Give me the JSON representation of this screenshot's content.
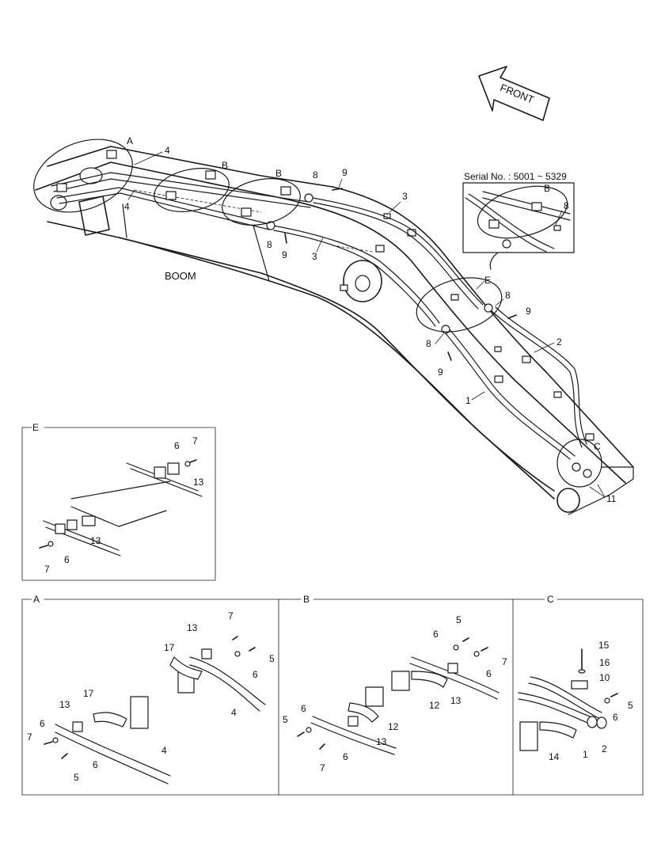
{
  "front_label": "FRONT",
  "boom_label": "BOOM",
  "serial_label": "Serial No. : 5001 ~ 5329",
  "panels": {
    "E": "E",
    "A": "A",
    "B": "B",
    "C": "C"
  },
  "main_callouts": {
    "A": "A",
    "B1": "B",
    "B2": "B",
    "E": "E",
    "C": "C",
    "p4a": "4",
    "p4b": "4",
    "p8a": "8",
    "p9a": "9",
    "p3a": "3",
    "p8b": "8",
    "p9b": "9",
    "p3b": "3",
    "p8c": "8",
    "p9c": "9",
    "p8d": "8",
    "p9d": "9",
    "p2": "2",
    "p1": "1",
    "p11": "11",
    "inset_B": "B",
    "inset_8": "8"
  },
  "panel_E": {
    "c6a": "6",
    "c7a": "7",
    "c13a": "13",
    "c13b": "13",
    "c6b": "6",
    "c7b": "7"
  },
  "panel_A": {
    "c13a": "13",
    "c7a": "7",
    "c17a": "17",
    "c5a": "5",
    "c6a": "6",
    "c4a": "4",
    "c17b": "17",
    "c13b": "13",
    "c6b": "6",
    "c7b": "7",
    "c6c": "6",
    "c5b": "5",
    "c4b": "4"
  },
  "panel_B": {
    "c5a": "5",
    "c6a": "6",
    "c7a": "7",
    "c6b": "6",
    "c13a": "13",
    "c12a": "12",
    "c6c": "6",
    "c5b": "5",
    "c12b": "12",
    "c13b": "13",
    "c7b": "7",
    "c6d": "6"
  },
  "panel_C": {
    "c15": "15",
    "c16": "16",
    "c10": "10",
    "c5": "5",
    "c6": "6",
    "c2": "2",
    "c1": "1",
    "c14": "14"
  }
}
